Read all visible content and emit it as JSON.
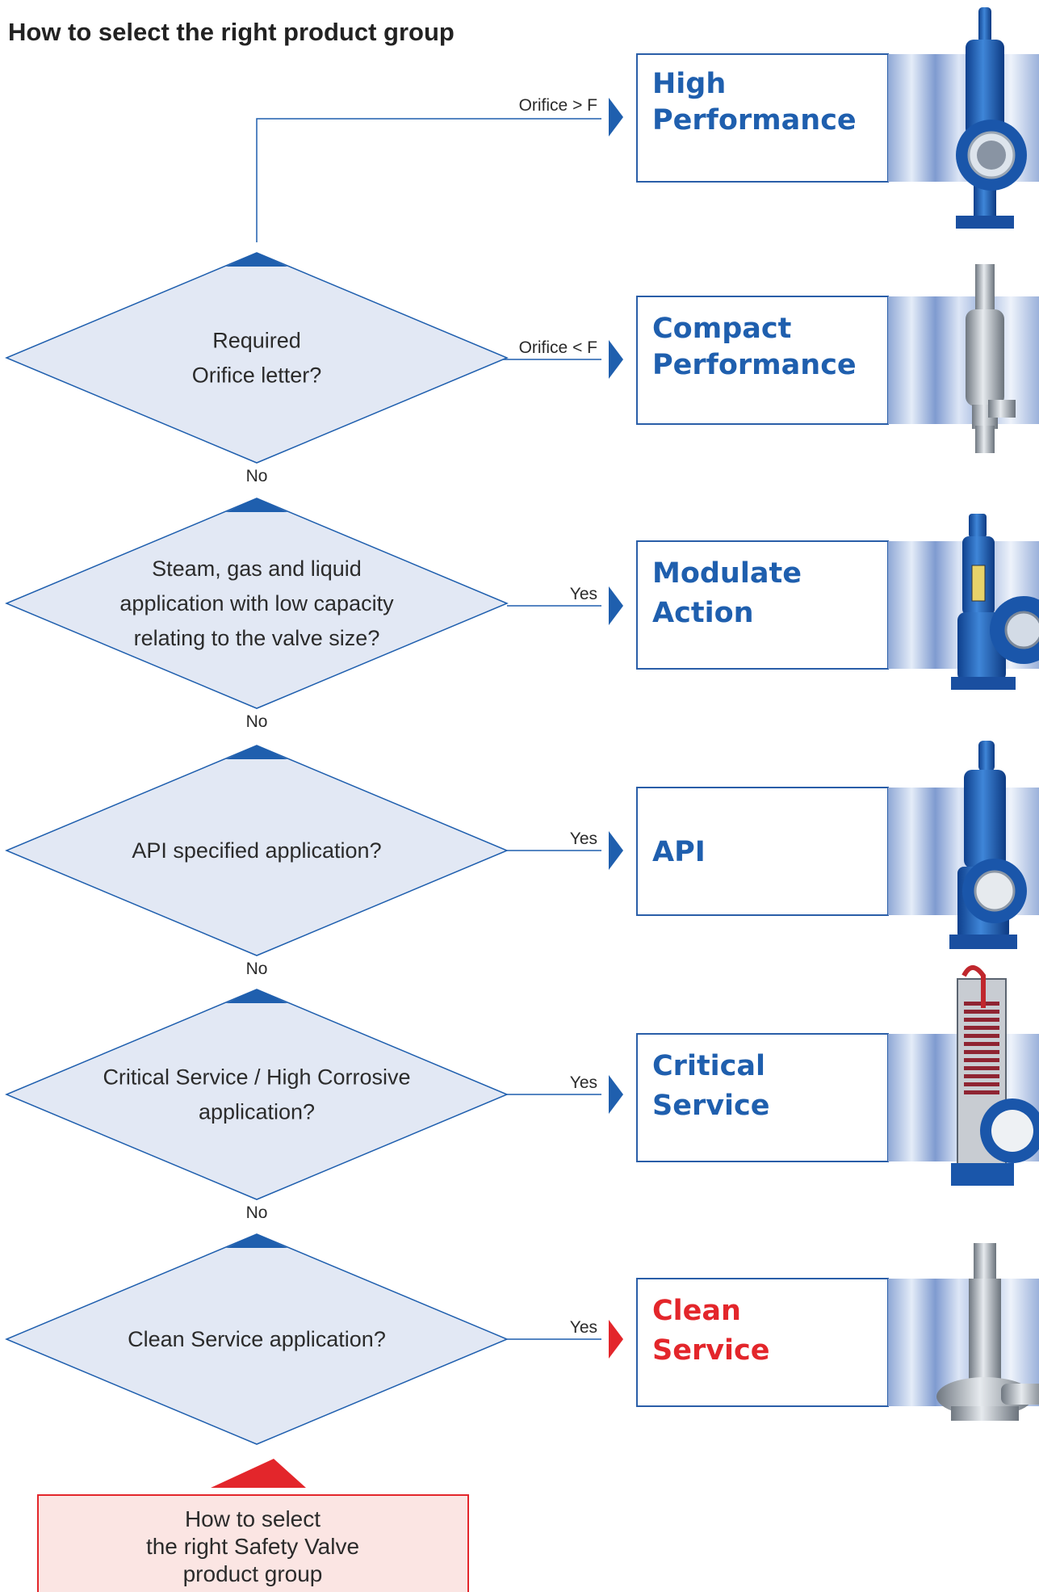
{
  "page_title": "How to select the right product group",
  "colors": {
    "blue": "#1f5fae",
    "red": "#e3262b",
    "diamond_fill": "#e2e8f4",
    "diamond_stroke": "#1f5fae",
    "bottom_fill": "#fbe5e3",
    "bottom_stroke": "#e3262b"
  },
  "decisions": [
    {
      "lines": [
        "Required",
        "Orifice letter?"
      ],
      "exit_label": "No"
    },
    {
      "lines": [
        "Steam, gas and liquid",
        "application with low capacity",
        "relating to the valve size?"
      ],
      "exit_label": "No"
    },
    {
      "lines": [
        "API specified application?"
      ],
      "exit_label": "No"
    },
    {
      "lines": [
        "Critical Service / High Corrosive",
        "application?"
      ],
      "exit_label": "No"
    },
    {
      "lines": [
        "Clean Service application?"
      ],
      "exit_label": ""
    }
  ],
  "branches": [
    {
      "label": "Orifice > F",
      "color": "blue"
    },
    {
      "label": "Orifice < F",
      "color": "blue"
    },
    {
      "label": "Yes",
      "color": "blue"
    },
    {
      "label": "Yes",
      "color": "blue"
    },
    {
      "label": "Yes",
      "color": "blue"
    },
    {
      "label": "Yes",
      "color": "red"
    }
  ],
  "products": [
    {
      "lines": [
        "High",
        "Performance"
      ],
      "color": "blue",
      "icon": "high-performance-valve-icon"
    },
    {
      "lines": [
        "Compact",
        "Performance"
      ],
      "color": "blue",
      "icon": "compact-performance-valve-icon"
    },
    {
      "lines": [
        "Modulate",
        "Action"
      ],
      "color": "blue",
      "icon": "modulate-action-valve-icon"
    },
    {
      "lines": [
        "API"
      ],
      "color": "blue",
      "icon": "api-valve-icon"
    },
    {
      "lines": [
        "Critical",
        "Service"
      ],
      "color": "blue",
      "icon": "critical-service-valve-icon"
    },
    {
      "lines": [
        "Clean",
        "Service"
      ],
      "color": "red",
      "icon": "clean-service-valve-icon"
    }
  ],
  "bottom_box": {
    "lines": [
      "How to select",
      "the right Safety Valve",
      "product group"
    ]
  }
}
